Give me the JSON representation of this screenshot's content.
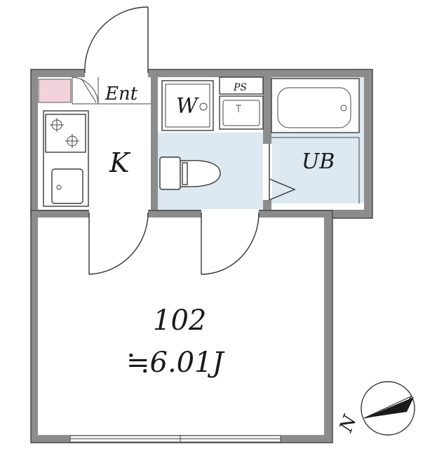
{
  "plan": {
    "unit_number": "102",
    "room_area": "≒6.01J",
    "rooms": {
      "entrance": "Ent",
      "kitchen": "K",
      "washer": "W",
      "pipe_space": "PS",
      "unit_bath": "UB"
    },
    "compass": "N"
  },
  "colors": {
    "wall": "#8c8c8c",
    "wet_area": "#dde8f1",
    "entrance_pad": "#f2d3dc"
  }
}
